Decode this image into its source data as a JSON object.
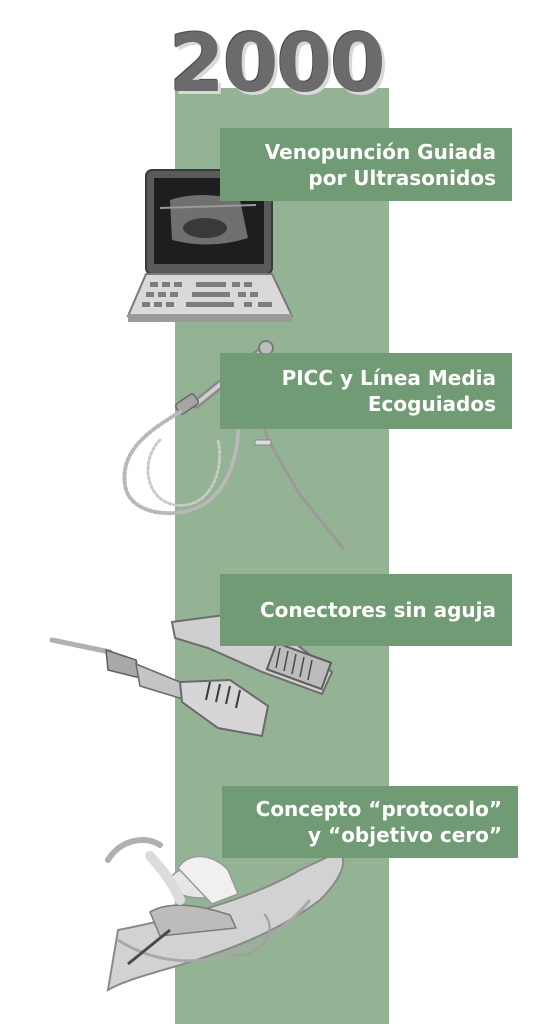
{
  "year": "2000",
  "milestones": [
    {
      "line1": "Venopunción Guiada",
      "line2": "por Ultrasonidos",
      "icon": "ultrasound-machine-icon"
    },
    {
      "line1": "PICC y Línea Media",
      "line2": "Ecoguiados",
      "icon": "catheter-icon"
    },
    {
      "line1": "Conectores sin aguja",
      "line2": "",
      "icon": "needleless-connector-icon"
    },
    {
      "line1": "Concepto “protocolo”",
      "line2": "y “objetivo cero”",
      "icon": "patient-care-icon"
    }
  ],
  "colors": {
    "column": "#93b394",
    "label": "#719b74",
    "year": "#6b6b6b"
  }
}
